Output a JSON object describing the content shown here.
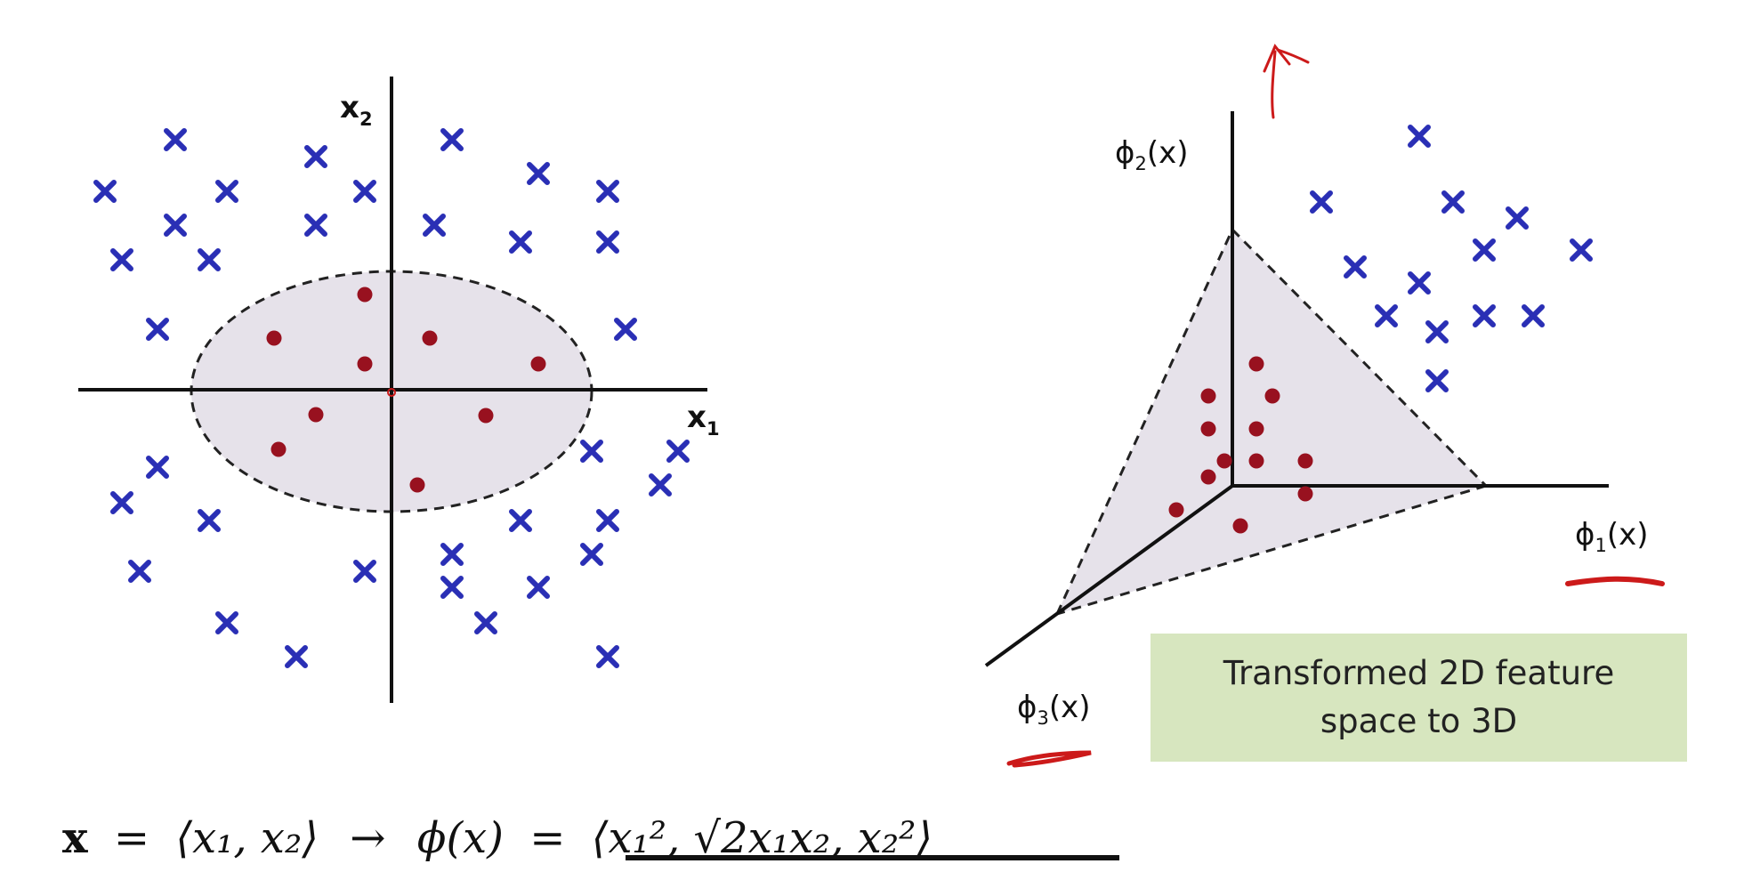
{
  "left_plot": {
    "x_axis_label": "x",
    "x_axis_sub": "1",
    "y_axis_label": "x",
    "y_axis_sub": "2"
  },
  "right_plot": {
    "axis1_label": "ϕ",
    "axis1_sub": "1",
    "axis1_suffix": "(x)",
    "axis2_label": "ϕ",
    "axis2_sub": "2",
    "axis2_suffix": "(x)",
    "axis3_label": "ϕ",
    "axis3_sub": "3",
    "axis3_suffix": "(x)"
  },
  "note": "Transformed 2D feature\nspace to 3D",
  "formula": {
    "lhs": "x",
    "eq": "=",
    "tuple": "⟨x₁, x₂⟩",
    "arrow": "→",
    "phi": "ϕ(x)",
    "eq2": "=",
    "result": "⟨x₁², √2x₁x₂, x₂²⟩"
  },
  "colors": {
    "cross": "#2a2fb5",
    "dot": "#98111f",
    "ellipse_fill": "#e6e2ea",
    "annotation": "#cc1a1a",
    "note_bg": "#d7e6bf"
  },
  "icons": {
    "cross": "x-marker-icon",
    "dot": "dot-marker-icon",
    "arrow": "up-arrow-icon"
  }
}
